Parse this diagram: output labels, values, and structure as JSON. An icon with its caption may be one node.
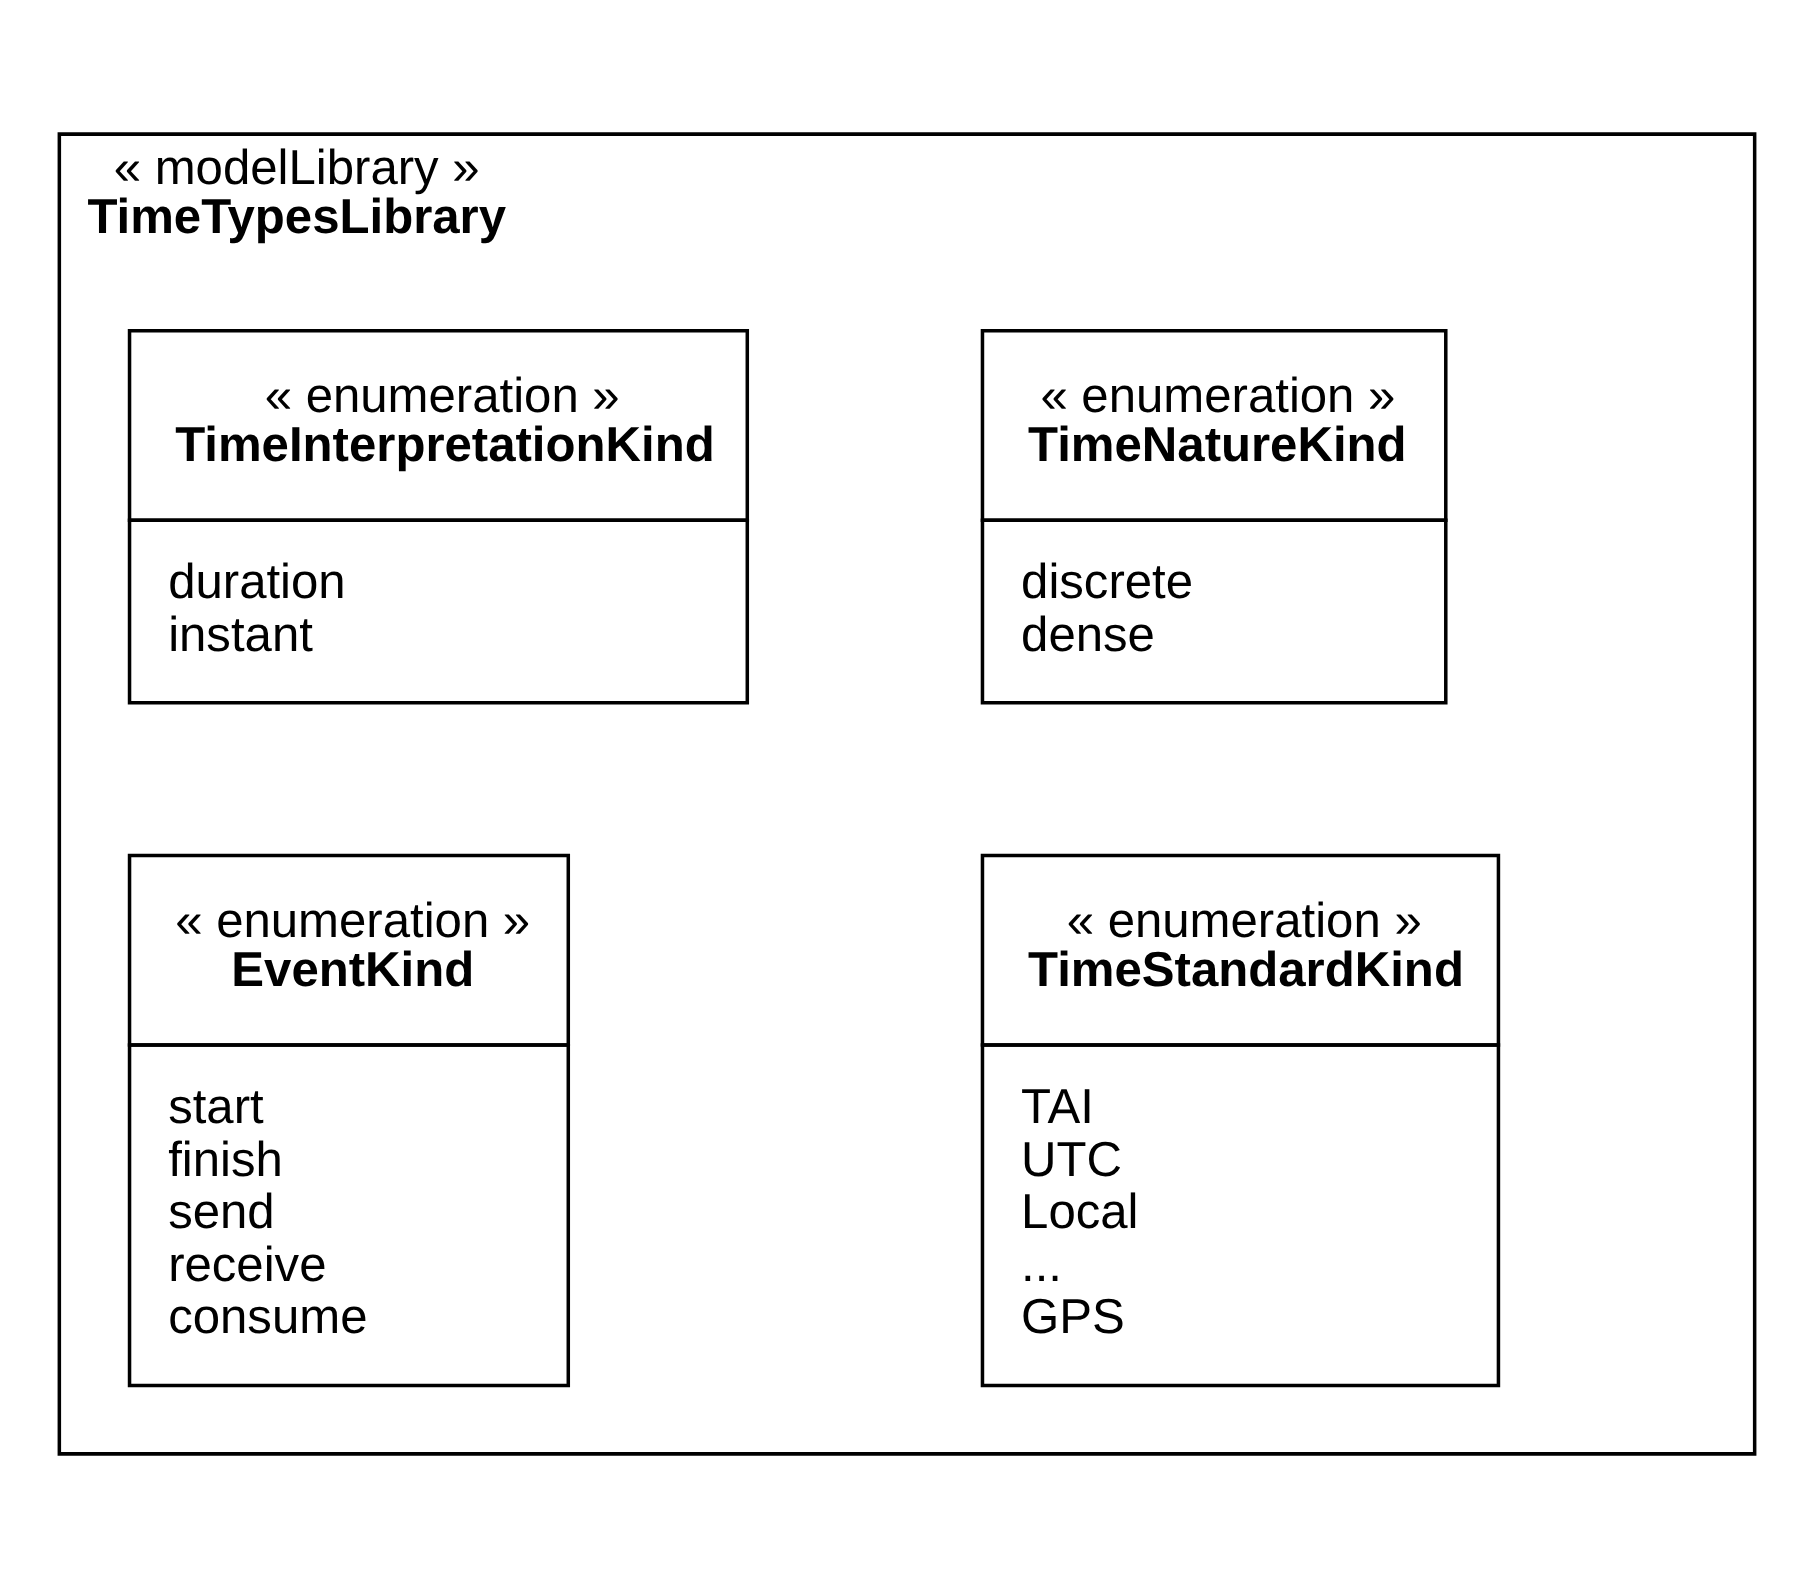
{
  "diagram": {
    "nodes": [
      {
        "text": [
          "« modelLibrary »",
          "TimeTypesLibrary"
        ]
      },
      {
        "text": [
          "« enumeration »",
          "TimeNatureKind",
          "discrete",
          "dense"
        ],
        "in": 0
      },
      {
        "text": [
          "« enumeration »",
          "TimeInterpretationKind",
          "duration",
          "instant"
        ],
        "in": 0
      },
      {
        "text": [
          "« enumeration »",
          "TimeStandardKind",
          "TAI",
          "UTC",
          "Local",
          "...",
          "GPS"
        ],
        "in": 0
      },
      {
        "text": [
          "« enumeration »",
          "EventKind",
          "start",
          "finish",
          "send",
          "receive",
          "consume"
        ],
        "in": 0
      }
    ]
  }
}
